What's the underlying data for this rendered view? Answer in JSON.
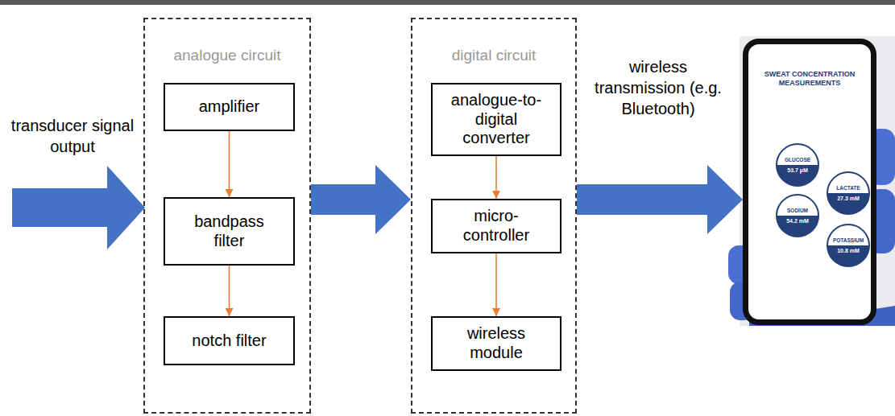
{
  "diagram": {
    "nodes": [
      {
        "text": [
          "analogue circuit"
        ]
      },
      {
        "text": [
          "amplifier"
        ],
        "in": 0
      },
      {
        "text": [
          "bandpass filter"
        ],
        "in": 0
      },
      {
        "text": [
          "notch filter"
        ],
        "in": 0
      },
      {
        "text": [
          "digital circuit"
        ]
      },
      {
        "text": [
          "analogue-to-digital converter"
        ],
        "in": 4
      },
      {
        "text": [
          "micro-controller"
        ],
        "in": 4
      },
      {
        "text": [
          "wireless module"
        ],
        "in": 4
      },
      {
        "text": [
          "SWEAT CONCENTRATION MEASUREMENTS"
        ]
      },
      {
        "text": [
          "GLUCOSE",
          "53.7 µM"
        ],
        "in": 8
      },
      {
        "text": [
          "LACTATE",
          "27.3 mM"
        ],
        "in": 8
      },
      {
        "text": [
          "SODIUM",
          "54.2 mM"
        ],
        "in": 8
      },
      {
        "text": [
          "POTASSIUM",
          "10.8 mM"
        ],
        "in": 8
      }
    ],
    "edges": [
      {
        "from": 1,
        "to": 2,
        "arrow": "to"
      },
      {
        "from": 2,
        "to": 3,
        "arrow": "to"
      },
      {
        "from": 5,
        "to": 6,
        "arrow": "to"
      },
      {
        "from": 6,
        "to": 7,
        "arrow": "to"
      },
      {
        "from": 0,
        "to": 4,
        "arrow": "to"
      },
      {
        "from": 4,
        "to": 8,
        "label": "wireless transmission (e.g. Bluetooth)",
        "arrow": "to"
      }
    ],
    "labels": [
      "transducer signal output"
    ]
  }
}
